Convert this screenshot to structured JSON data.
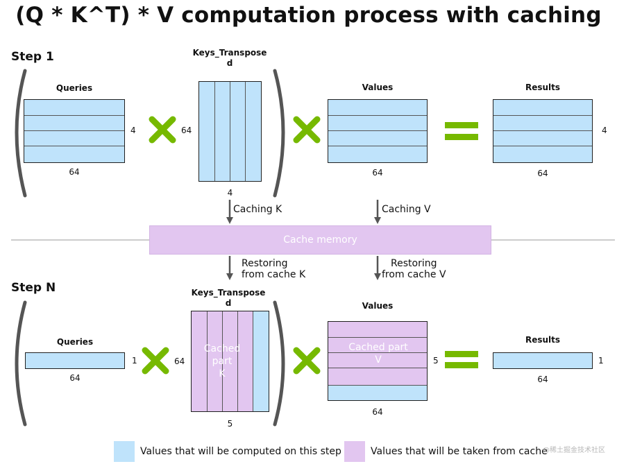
{
  "title": "(Q * K^T) * V computation process with caching",
  "step1": {
    "label": "Step 1",
    "queries": {
      "label": "Queries",
      "rows": "4",
      "cols": "64"
    },
    "keys": {
      "label": "Keys_Transpose\nd",
      "rows": "64",
      "cols": "4"
    },
    "values": {
      "label": "Values",
      "cols": "64"
    },
    "results": {
      "label": "Results",
      "rows": "4",
      "cols": "64"
    }
  },
  "cache": {
    "label": "Cache memory",
    "caching_k": "Caching K",
    "caching_v": "Caching V",
    "restoring_k": "Restoring\nfrom cache K",
    "restoring_v": "Restoring\nfrom cache V"
  },
  "stepN": {
    "label": "Step N",
    "queries": {
      "label": "Queries",
      "rows": "1",
      "cols": "64"
    },
    "keys": {
      "label": "Keys_Transpose\nd",
      "rows": "64",
      "cols": "5",
      "cached_text": "Cached\npart\nK"
    },
    "values": {
      "label": "Values",
      "rows": "5",
      "cols": "64",
      "cached_text": "Cached part\nV"
    },
    "results": {
      "label": "Results",
      "rows": "1",
      "cols": "64"
    }
  },
  "legend": {
    "computed": "Values that will be computed on this step",
    "cached": "Values that will be taken from cache"
  },
  "watermark": "@稀土掘金技术社区",
  "colors": {
    "computed_blue": "#bfe3fb",
    "cached_pink": "#e2c6f0",
    "operator_green": "#76b900",
    "arrow_gray": "#555555"
  },
  "icons": [
    "multiply-icon",
    "equals-icon",
    "down-arrow-icon",
    "left-paren-icon",
    "right-paren-icon"
  ]
}
